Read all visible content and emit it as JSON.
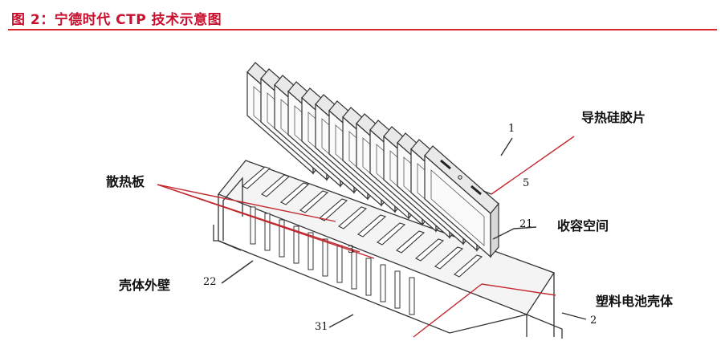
{
  "caption": "图 2：宁德时代 CTP 技术示意图",
  "labels": {
    "thermal_pad": "导热硅胶片",
    "heat_sink": "散热板",
    "space": "收容空间",
    "shell_wall": "壳体外壁",
    "plastic_case": "塑料电池壳体"
  },
  "numbers": {
    "n1": "1",
    "n5": "5",
    "n21": "21",
    "n3": "3",
    "n22": "22",
    "n31": "31",
    "n2": "2"
  },
  "colors": {
    "caption": "#c8102e",
    "rule": "#d9272e",
    "pointer": "#c0282e",
    "line": "#333333"
  }
}
